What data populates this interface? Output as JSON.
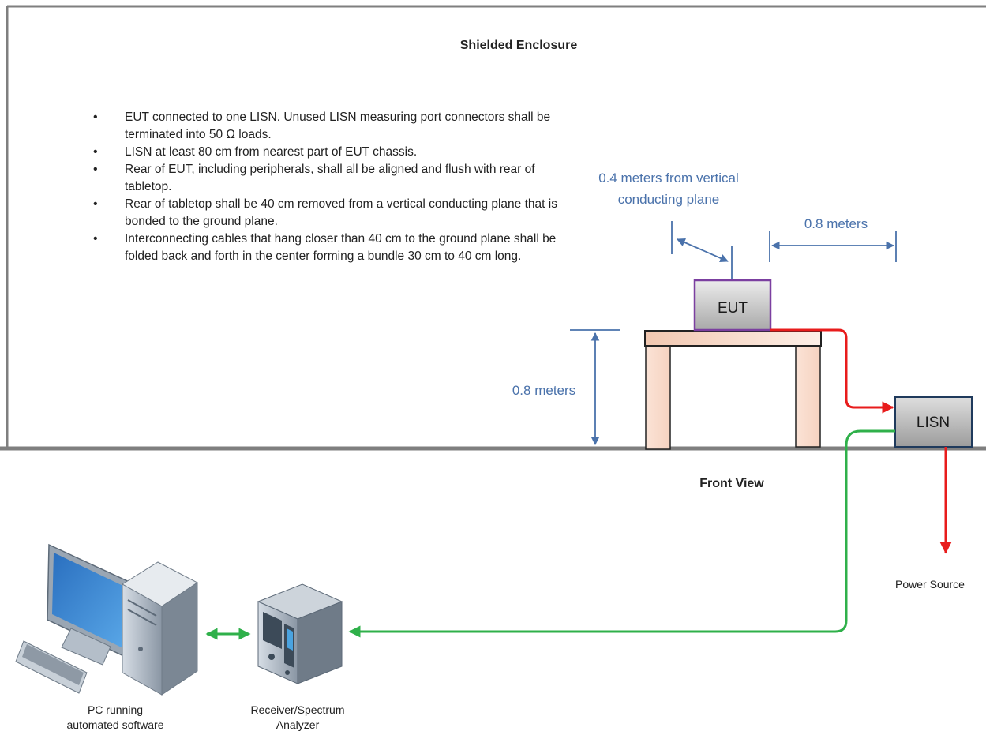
{
  "title": "Shielded Enclosure",
  "bullets": [
    "EUT connected to one LISN. Unused LISN measuring port connectors shall be terminated into 50 Ω loads.",
    "LISN at least 80 cm from nearest part of EUT chassis.",
    "Rear of EUT, including peripherals, shall all be aligned and flush with rear of tabletop.",
    "Rear of tabletop shall be 40 cm removed from a vertical conducting plane that is bonded to the ground plane.",
    "Interconnecting cables that hang closer than 40 cm to the ground plane shall be folded back and forth in the center forming a bundle 30 cm to 40 cm long."
  ],
  "dimensions": {
    "vertical_plane_line1": "0.4 meters from vertical",
    "vertical_plane_line2": "conducting plane",
    "lisn_distance": "0.8 meters",
    "table_height": "0.8 meters"
  },
  "boxes": {
    "eut": "EUT",
    "lisn": "LISN"
  },
  "front_view": "Front View",
  "power_source": "Power Source",
  "pc_label_line1": "PC running",
  "pc_label_line2": "automated software",
  "receiver_label_line1": "Receiver/Spectrum",
  "receiver_label_line2": "Analyzer",
  "colors": {
    "power_cable": "#e81c1c",
    "signal_cable": "#2fb04a",
    "dimension": "#4a72ab",
    "eut_border": "#7b3fa0"
  }
}
